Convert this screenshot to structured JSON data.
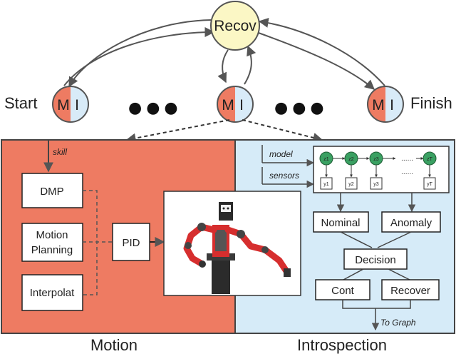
{
  "top": {
    "recover_node": "Recov",
    "start_label": "Start",
    "finish_label": "Finish",
    "node_letters": {
      "m": "M",
      "i": "I"
    },
    "ellipsis": "●●●"
  },
  "motion": {
    "title": "Motion",
    "skill_label": "skill",
    "blocks": {
      "dmp": "DMP",
      "motion_planning_1": "Motion",
      "motion_planning_2": "Planning",
      "interpolat": "Interpolat",
      "pid": "PID"
    }
  },
  "introspection": {
    "title": "Introspection",
    "model_label": "model",
    "sensors_label": "sensors",
    "hmm_states": [
      "z1",
      "z2",
      "z3",
      "zT"
    ],
    "hmm_obs": [
      "y1",
      "y2",
      "y3",
      "yT"
    ],
    "hmm_dots": "......",
    "blocks": {
      "nominal": "Nominal",
      "anomaly": "Anomaly",
      "decision": "Decision",
      "cont": "Cont",
      "recover": "Recover"
    },
    "to_graph": "To Graph"
  },
  "colors": {
    "motion_bg": "#ee7b62",
    "introspection_bg": "#d6ebf8",
    "recover_fill": "#fbf7c5",
    "node_m": "#ee7b62",
    "node_i": "#d8ebf8",
    "hmm_state": "#3aa062"
  }
}
